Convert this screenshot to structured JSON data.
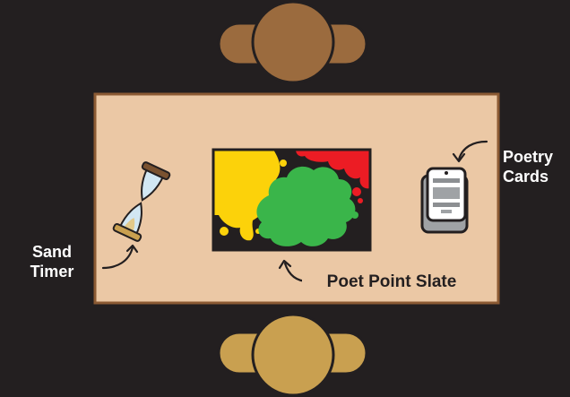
{
  "labels": {
    "poetry_cards": [
      "Poetry",
      "Cards"
    ],
    "sand_timer": [
      "Sand",
      "Timer"
    ],
    "poet_point_slate": "Poet Point Slate"
  },
  "colors": {
    "background": "#231f20",
    "table": "#ebc8a5",
    "table_border": "#8b5a33",
    "player_top": "#9b6b3e",
    "player_bottom": "#c9a050",
    "splat_yellow": "#fcd20a",
    "splat_red": "#ec1c24",
    "splat_green": "#3ab54a",
    "slate_black": "#231f20"
  },
  "icons": {
    "timer": "hourglass-icon",
    "cards": "card-deck-icon",
    "arrows": "curved-arrow-icon"
  }
}
